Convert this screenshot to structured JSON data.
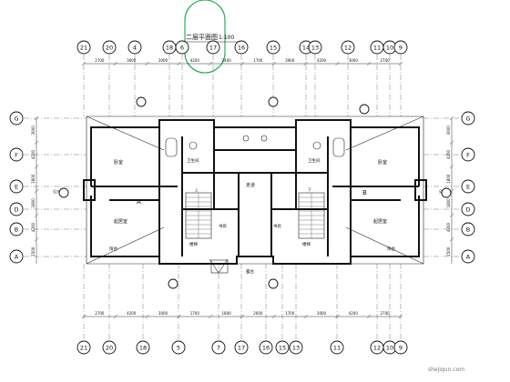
{
  "drawing": {
    "title": "二层平面图",
    "scale": "1:100",
    "watermark": "shejiqun.com"
  },
  "axes": {
    "top": [
      "21",
      "20",
      "4",
      "18",
      "6",
      "17",
      "16",
      "15",
      "14",
      "13",
      "12",
      "11",
      "10",
      "9"
    ],
    "bottom": [
      "21",
      "20",
      "18",
      "5",
      "7",
      "17",
      "16",
      "15",
      "13",
      "11",
      "12",
      "10",
      "9"
    ],
    "left": [
      "G",
      "F",
      "E",
      "D",
      "B",
      "A"
    ],
    "right": [
      "G",
      "F",
      "E",
      "D",
      "B",
      "A"
    ]
  },
  "dimensions": {
    "top": [
      "2700",
      "3000",
      "3000",
      "4200",
      "2400",
      "1700",
      "3900",
      "4200",
      "3000",
      "2700"
    ],
    "bottom": [
      "2700",
      "4200",
      "3000",
      "1700",
      "1800",
      "2600",
      "1700",
      "3000",
      "4200",
      "2700"
    ],
    "left": [
      "3000",
      "4200",
      "1800",
      "1800",
      "4200",
      "1500"
    ],
    "right": [
      "3000",
      "4200",
      "1800",
      "1800",
      "4200",
      "1500"
    ]
  },
  "rooms": {
    "bedroom_a": "卧室",
    "living_a": "起居室",
    "bath_a": "卫生间",
    "corridor": "走道",
    "stair_a": "楼梯",
    "bedroom_b": "卧室",
    "living_b": "起居室",
    "bath_b": "卫生间",
    "stair_b": "楼梯",
    "balcony_a": "阳台",
    "balcony_b": "阳台",
    "terrace": "露台",
    "study_a": "书房",
    "study_b": "书房"
  },
  "labels": {
    "mark_a": "A",
    "mark_b": "B",
    "up": "上",
    "down": "下",
    "note_left": "见大样",
    "note_right": "见大样"
  }
}
